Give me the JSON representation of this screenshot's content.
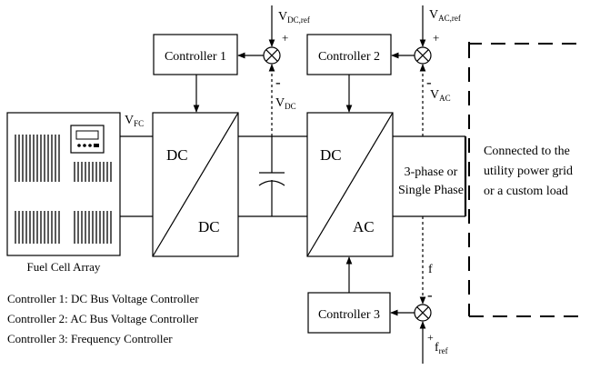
{
  "blocks": {
    "controller1": "Controller 1",
    "controller2": "Controller 2",
    "controller3": "Controller 3",
    "dcdc_top": "DC",
    "dcdc_bottom": "DC",
    "dcac_top": "DC",
    "dcac_bottom": "AC"
  },
  "labels": {
    "fuel_cell": "Fuel Cell Array",
    "v_fc_main": "V",
    "v_fc_sub": "FC",
    "v_dc_ref_main": "V",
    "v_dc_ref_sub": "DC,ref",
    "v_dc_main": "V",
    "v_dc_sub": "DC",
    "v_ac_ref_main": "V",
    "v_ac_ref_sub": "AC,ref",
    "v_ac_main": "V",
    "v_ac_sub": "AC",
    "f": "f",
    "f_ref_main": "f",
    "f_ref_sub": "ref",
    "plus": "+",
    "minus": "-",
    "phase_line1": "3-phase or",
    "phase_line2": "Single Phase",
    "grid_line1": "Connected to the",
    "grid_line2": "utility power grid",
    "grid_line3": "or a custom load"
  },
  "legend": [
    "Controller 1: DC Bus Voltage Controller",
    "Controller 2: AC Bus Voltage Controller",
    "Controller 3: Frequency Controller"
  ]
}
